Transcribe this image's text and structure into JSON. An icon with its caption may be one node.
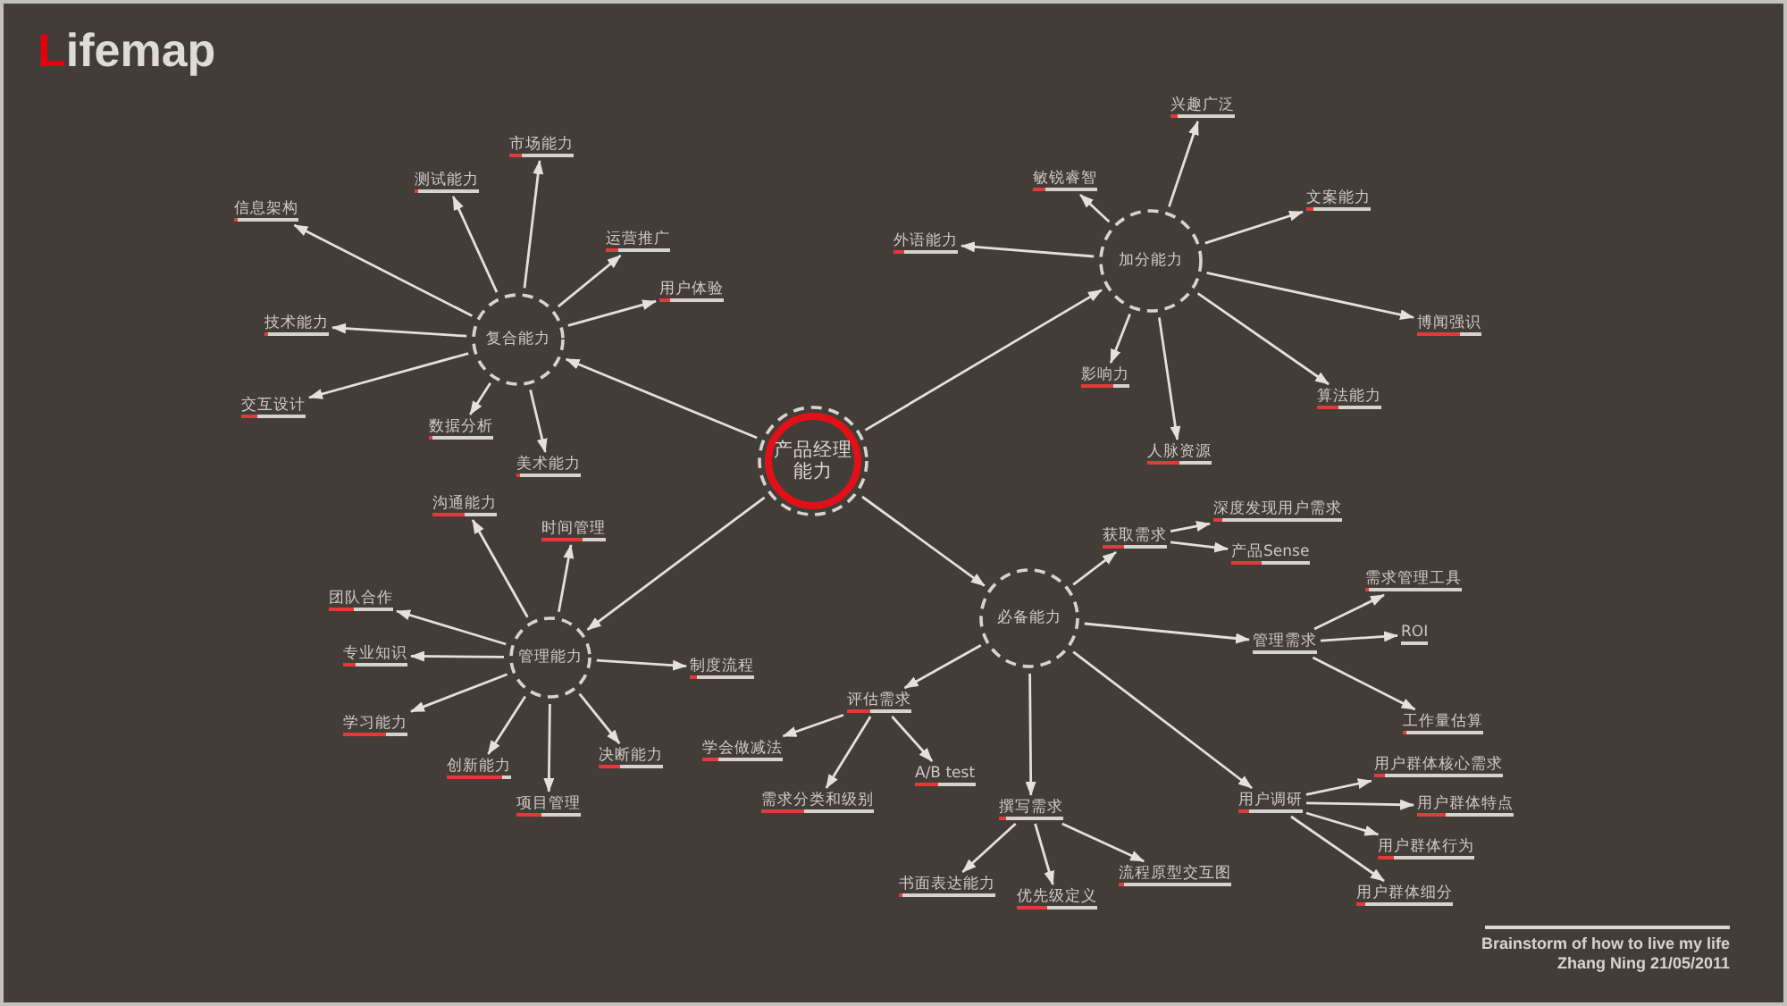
{
  "diagram": {
    "title": "Lifemap",
    "caption": "Brainstorm of how to live my life",
    "nodes": [
      {
        "text": [
          "产品经理能力"
        ]
      },
      {
        "text": [
          "复合能力"
        ]
      },
      {
        "text": [
          "信息架构"
        ]
      },
      {
        "text": [
          "测试能力"
        ]
      },
      {
        "text": [
          "市场能力"
        ]
      },
      {
        "text": [
          "运营推广"
        ]
      },
      {
        "text": [
          "用户体验"
        ]
      },
      {
        "text": [
          "技术能力"
        ]
      },
      {
        "text": [
          "交互设计"
        ]
      },
      {
        "text": [
          "数据分析"
        ]
      },
      {
        "text": [
          "美术能力"
        ]
      },
      {
        "text": [
          "加分能力"
        ]
      },
      {
        "text": [
          "兴趣广泛"
        ]
      },
      {
        "text": [
          "敏锐睿智"
        ]
      },
      {
        "text": [
          "外语能力"
        ]
      },
      {
        "text": [
          "文案能力"
        ]
      },
      {
        "text": [
          "博闻强识"
        ]
      },
      {
        "text": [
          "影响力"
        ]
      },
      {
        "text": [
          "算法能力"
        ]
      },
      {
        "text": [
          "人脉资源"
        ]
      },
      {
        "text": [
          "管理能力"
        ]
      },
      {
        "text": [
          "沟通能力"
        ]
      },
      {
        "text": [
          "时间管理"
        ]
      },
      {
        "text": [
          "团队合作"
        ]
      },
      {
        "text": [
          "专业知识"
        ]
      },
      {
        "text": [
          "制度流程"
        ]
      },
      {
        "text": [
          "学习能力"
        ]
      },
      {
        "text": [
          "创新能力"
        ]
      },
      {
        "text": [
          "决断能力"
        ]
      },
      {
        "text": [
          "项目管理"
        ]
      },
      {
        "text": [
          "必备能力"
        ]
      },
      {
        "text": [
          "获取需求"
        ]
      },
      {
        "text": [
          "深度发现用户需求"
        ]
      },
      {
        "text": [
          "产品Sense"
        ]
      },
      {
        "text": [
          "管理需求"
        ]
      },
      {
        "text": [
          "需求管理工具"
        ]
      },
      {
        "text": [
          "ROI"
        ]
      },
      {
        "text": [
          "工作量估算"
        ]
      },
      {
        "text": [
          "评估需求"
        ]
      },
      {
        "text": [
          "学会做减法"
        ]
      },
      {
        "text": [
          "需求分类和级别"
        ]
      },
      {
        "text": [
          "A/B test"
        ]
      },
      {
        "text": [
          "撰写需求"
        ]
      },
      {
        "text": [
          "书面表达能力"
        ]
      },
      {
        "text": [
          "优先级定义"
        ]
      },
      {
        "text": [
          "流程原型交互图"
        ]
      },
      {
        "text": [
          "用户调研"
        ]
      },
      {
        "text": [
          "用户群体核心需求"
        ]
      },
      {
        "text": [
          "用户群体特点"
        ]
      },
      {
        "text": [
          "用户群体行为"
        ]
      },
      {
        "text": [
          "用户群体细分"
        ]
      }
    ],
    "edges": [
      {
        "from": 0,
        "to": 1,
        "arrow": "to"
      },
      {
        "from": 0,
        "to": 11,
        "arrow": "to"
      },
      {
        "from": 0,
        "to": 20,
        "arrow": "to"
      },
      {
        "from": 0,
        "to": 30,
        "arrow": "to"
      },
      {
        "from": 1,
        "to": 2,
        "arrow": "to"
      },
      {
        "from": 1,
        "to": 3,
        "arrow": "to"
      },
      {
        "from": 1,
        "to": 4,
        "arrow": "to"
      },
      {
        "from": 1,
        "to": 5,
        "arrow": "to"
      },
      {
        "from": 1,
        "to": 6,
        "arrow": "to"
      },
      {
        "from": 1,
        "to": 7,
        "arrow": "to"
      },
      {
        "from": 1,
        "to": 8,
        "arrow": "to"
      },
      {
        "from": 1,
        "to": 9,
        "arrow": "to"
      },
      {
        "from": 1,
        "to": 10,
        "arrow": "to"
      },
      {
        "from": 11,
        "to": 12,
        "arrow": "to"
      },
      {
        "from": 11,
        "to": 13,
        "arrow": "to"
      },
      {
        "from": 11,
        "to": 14,
        "arrow": "to"
      },
      {
        "from": 11,
        "to": 15,
        "arrow": "to"
      },
      {
        "from": 11,
        "to": 16,
        "arrow": "to"
      },
      {
        "from": 11,
        "to": 17,
        "arrow": "to"
      },
      {
        "from": 11,
        "to": 18,
        "arrow": "to"
      },
      {
        "from": 11,
        "to": 19,
        "arrow": "to"
      },
      {
        "from": 20,
        "to": 21,
        "arrow": "to"
      },
      {
        "from": 20,
        "to": 22,
        "arrow": "to"
      },
      {
        "from": 20,
        "to": 23,
        "arrow": "to"
      },
      {
        "from": 20,
        "to": 24,
        "arrow": "to"
      },
      {
        "from": 20,
        "to": 25,
        "arrow": "to"
      },
      {
        "from": 20,
        "to": 26,
        "arrow": "to"
      },
      {
        "from": 20,
        "to": 27,
        "arrow": "to"
      },
      {
        "from": 20,
        "to": 28,
        "arrow": "to"
      },
      {
        "from": 20,
        "to": 29,
        "arrow": "to"
      },
      {
        "from": 30,
        "to": 31,
        "arrow": "to"
      },
      {
        "from": 30,
        "to": 34,
        "arrow": "to"
      },
      {
        "from": 30,
        "to": 38,
        "arrow": "to"
      },
      {
        "from": 30,
        "to": 42,
        "arrow": "to"
      },
      {
        "from": 30,
        "to": 46,
        "arrow": "to"
      },
      {
        "from": 31,
        "to": 32,
        "arrow": "to"
      },
      {
        "from": 31,
        "to": 33,
        "arrow": "to"
      },
      {
        "from": 34,
        "to": 35,
        "arrow": "to"
      },
      {
        "from": 34,
        "to": 36,
        "arrow": "to"
      },
      {
        "from": 34,
        "to": 37,
        "arrow": "to"
      },
      {
        "from": 38,
        "to": 39,
        "arrow": "to"
      },
      {
        "from": 38,
        "to": 40,
        "arrow": "to"
      },
      {
        "from": 38,
        "to": 41,
        "arrow": "to"
      },
      {
        "from": 42,
        "to": 43,
        "arrow": "to"
      },
      {
        "from": 42,
        "to": 44,
        "arrow": "to"
      },
      {
        "from": 42,
        "to": 45,
        "arrow": "to"
      },
      {
        "from": 46,
        "to": 47,
        "arrow": "to"
      },
      {
        "from": 46,
        "to": 48,
        "arrow": "to"
      },
      {
        "from": 46,
        "to": 49,
        "arrow": "to"
      },
      {
        "from": 46,
        "to": 50,
        "arrow": "to"
      }
    ],
    "labels": [
      "Zhang Ning 21/05/2011"
    ]
  }
}
